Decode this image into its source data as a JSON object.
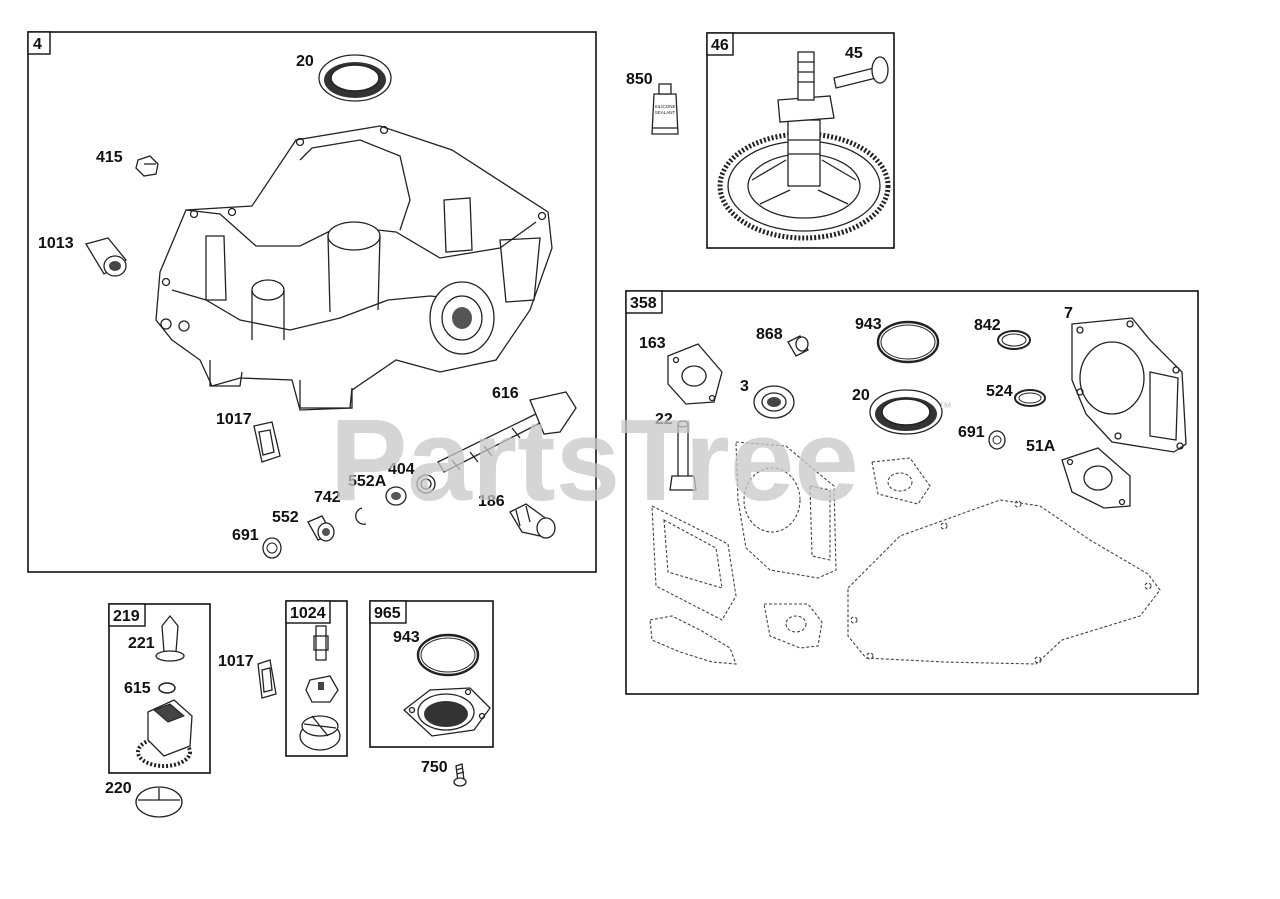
{
  "watermark": {
    "text": "PartsTree",
    "tm": "™"
  },
  "groups": {
    "g4": "4",
    "g46": "46",
    "g358": "358",
    "g219": "219",
    "g1024": "1024",
    "g965": "965"
  },
  "callouts": {
    "c20_top": "20",
    "c415": "415",
    "c1013": "1013",
    "c1017_a": "1017",
    "c616": "616",
    "c404": "404",
    "c552A": "552A",
    "c742": "742",
    "c552": "552",
    "c691_a": "691",
    "c186": "186",
    "c850": "850",
    "c45": "45",
    "c163": "163",
    "c868": "868",
    "c943_a": "943",
    "c842": "842",
    "c7": "7",
    "c3": "3",
    "c20_b": "20",
    "c524": "524",
    "c22": "22",
    "c691_b": "691",
    "c51A": "51A",
    "c221": "221",
    "c615": "615",
    "c1017_b": "1017",
    "c220": "220",
    "c943_b": "943",
    "c750": "750"
  },
  "tube_text": {
    "line1": "SILICONE",
    "line2": "SEALANT"
  }
}
